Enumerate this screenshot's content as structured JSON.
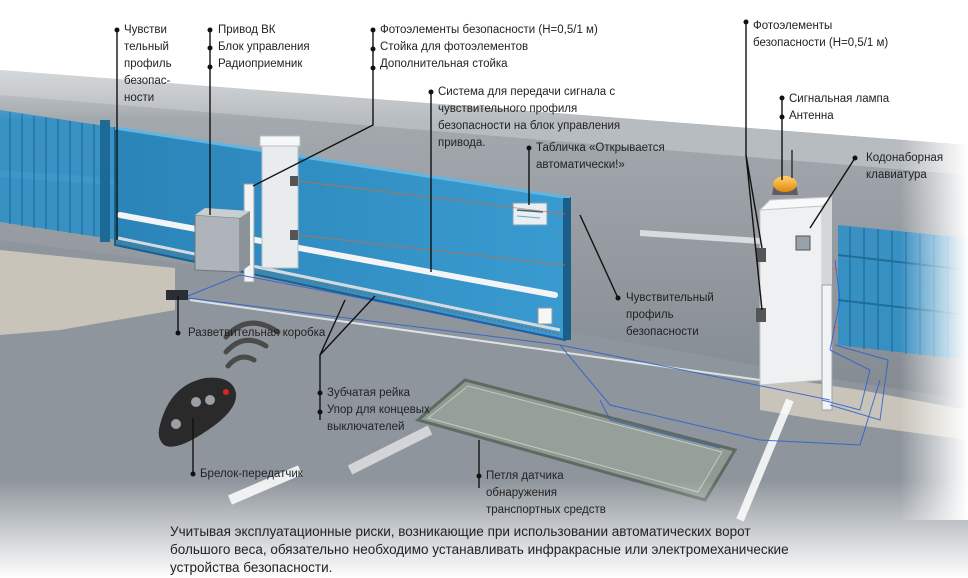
{
  "labels": {
    "sensitive_profile_left": "Чувстви\nтельный\nпрофиль\nбезопас-\nности",
    "drive_group": "Привод ВК\nБлок управления\nРадиоприемник",
    "photo_group_center": "Фотоэлементы безопасности (H=0,5/1 м)\nСтойка для фотоэлементов\nДополнительная стойка",
    "signal_system": "Система для передачи сигнала с\nчувствительного профиля\nбезопасности на блок управления\nпривода.",
    "auto_plate": "Табличка «Открывается\nавтоматически!»",
    "photo_right": "Фотоэлементы\nбезопасности (H=0,5/1 м)",
    "lamp_group": "Сигнальная лампа\nАнтенна",
    "keypad": "Кодонаборная\nклавиатура",
    "junction_box": "Разветвительная коробка",
    "sensitive_profile_right": "Чувствительный\nпрофиль\nбезопасности",
    "rack_group": "Зубчатая рейка\nУпор для концевых\nвыключателей",
    "remote": "Брелок-передатчик",
    "loop": "Петля датчика\nобнаружения\nтранспортных средств"
  },
  "caption": "Учитывая эксплуатационные риски, возникающие при использовании автоматических ворот большого веса, обязательно необходимо устанавливать инфракрасные или электромеханические устройства безопасности.",
  "colors": {
    "gate": "#2f8fc4",
    "gate_dark": "#1d6a96",
    "road": "#8f969d",
    "sidewalk": "#c9c6bd",
    "leader": "#111111",
    "wiring": "#2b5fd0",
    "lamp": "#f4a21a",
    "loop": "#8f9a92"
  },
  "icons": [
    "remote-fob-icon",
    "signal-waves-icon",
    "warning-lamp-icon"
  ]
}
